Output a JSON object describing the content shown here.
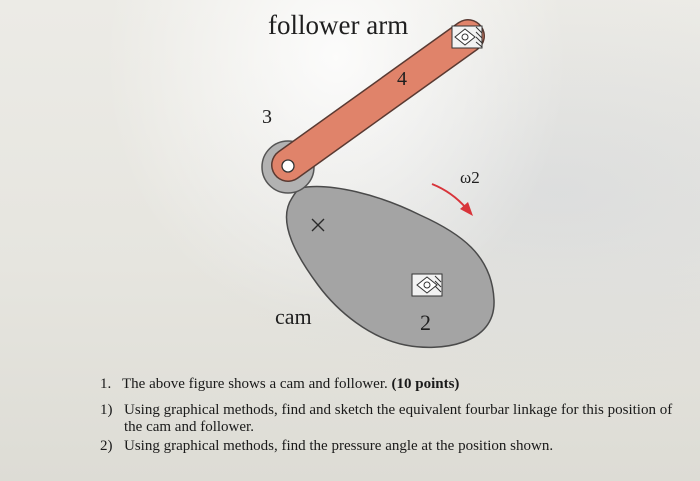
{
  "figure": {
    "title": "follower arm",
    "link_3_label": "3",
    "link_4_label": "4",
    "omega_label": "ω2",
    "cam_label": "cam",
    "link_2_label": "2",
    "colors": {
      "arm": "#e0836a",
      "cam": "#a4a4a4",
      "arrow": "#d8343a"
    }
  },
  "problem": {
    "number": "1.",
    "statement": "The above figure shows a cam and follower.",
    "points": "(10 points)",
    "subquestions": [
      {
        "number": "1)",
        "text": "Using graphical methods, find and sketch the equivalent fourbar linkage for this position of the cam and follower."
      },
      {
        "number": "2)",
        "text": "Using graphical methods, find the pressure angle at the position shown."
      }
    ]
  }
}
